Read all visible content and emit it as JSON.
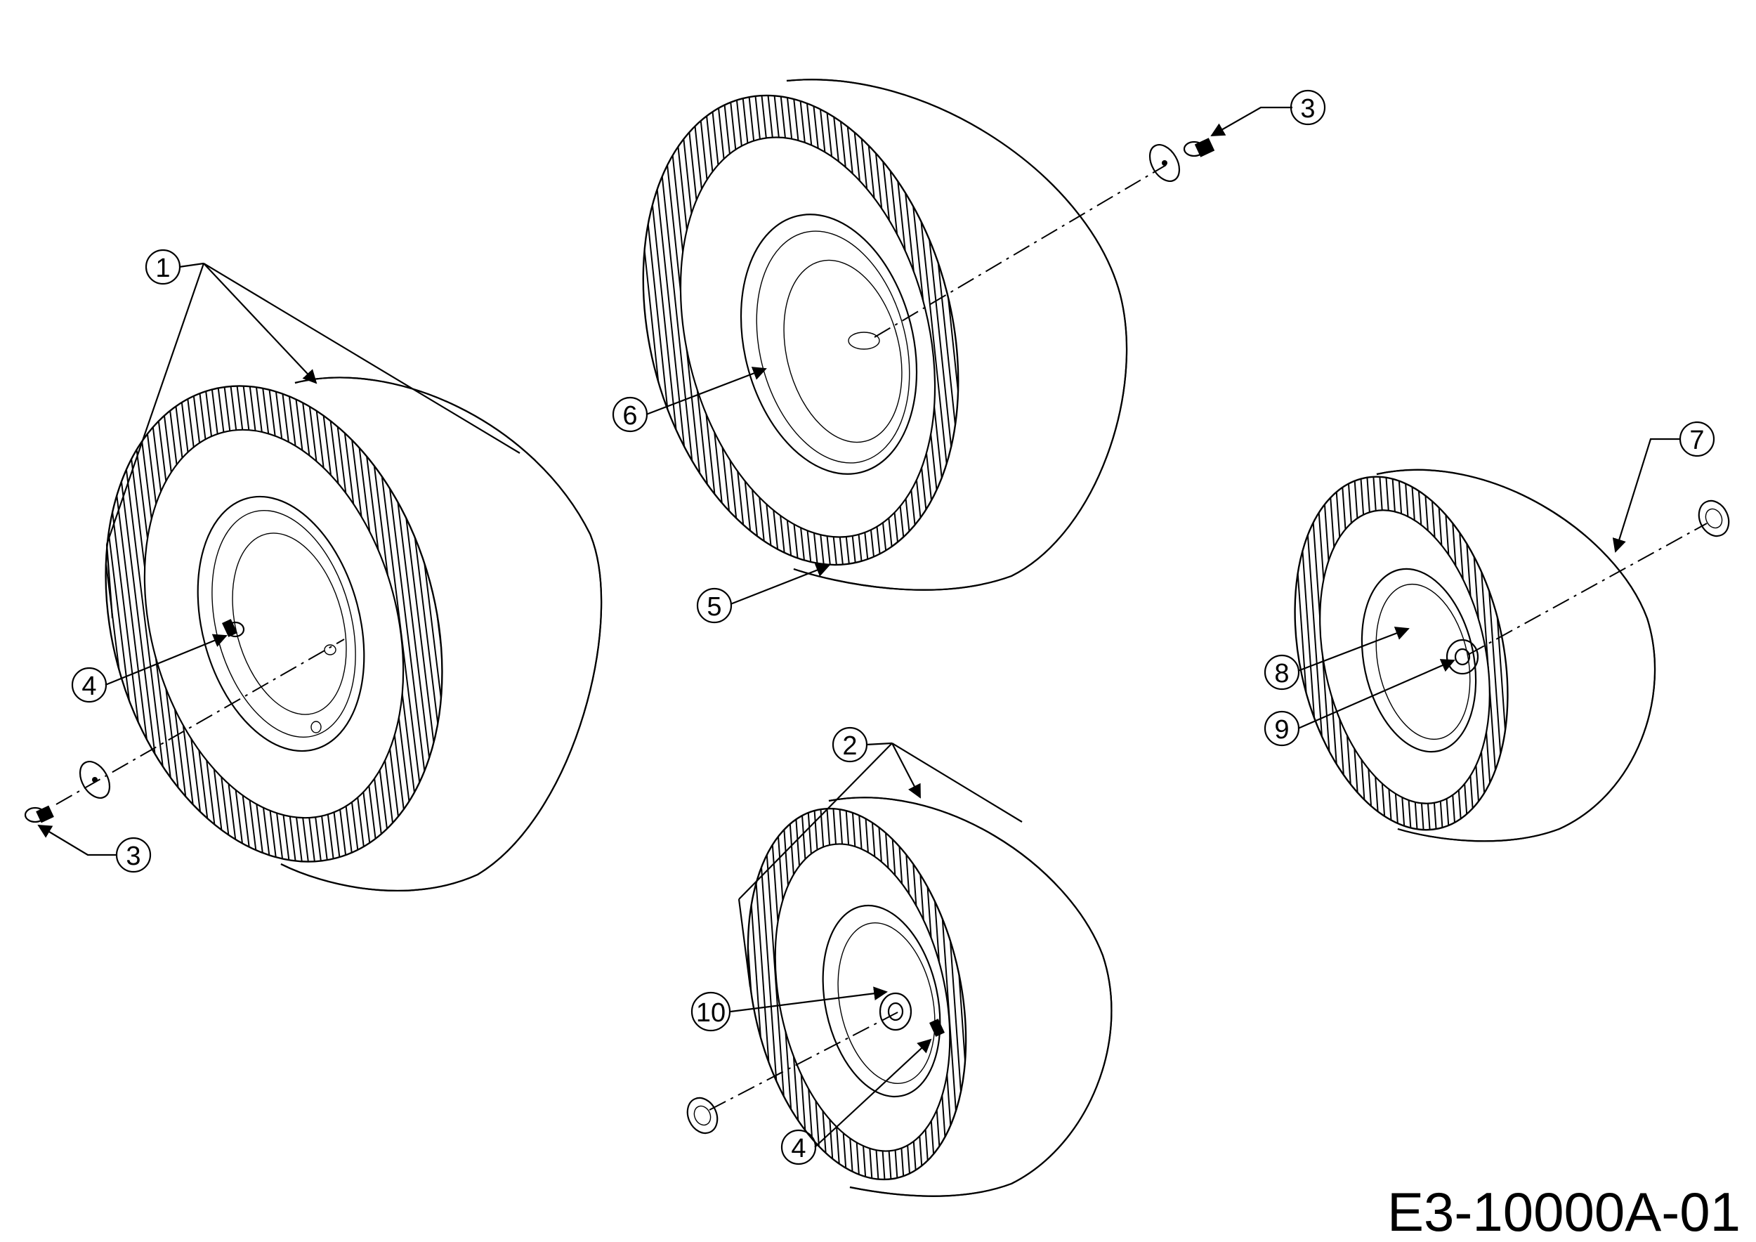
{
  "drawing_code": "E3-10000A-01",
  "callouts": [
    "1",
    "2",
    "3",
    "3",
    "4",
    "4",
    "5",
    "6",
    "7",
    "8",
    "9",
    "10"
  ]
}
